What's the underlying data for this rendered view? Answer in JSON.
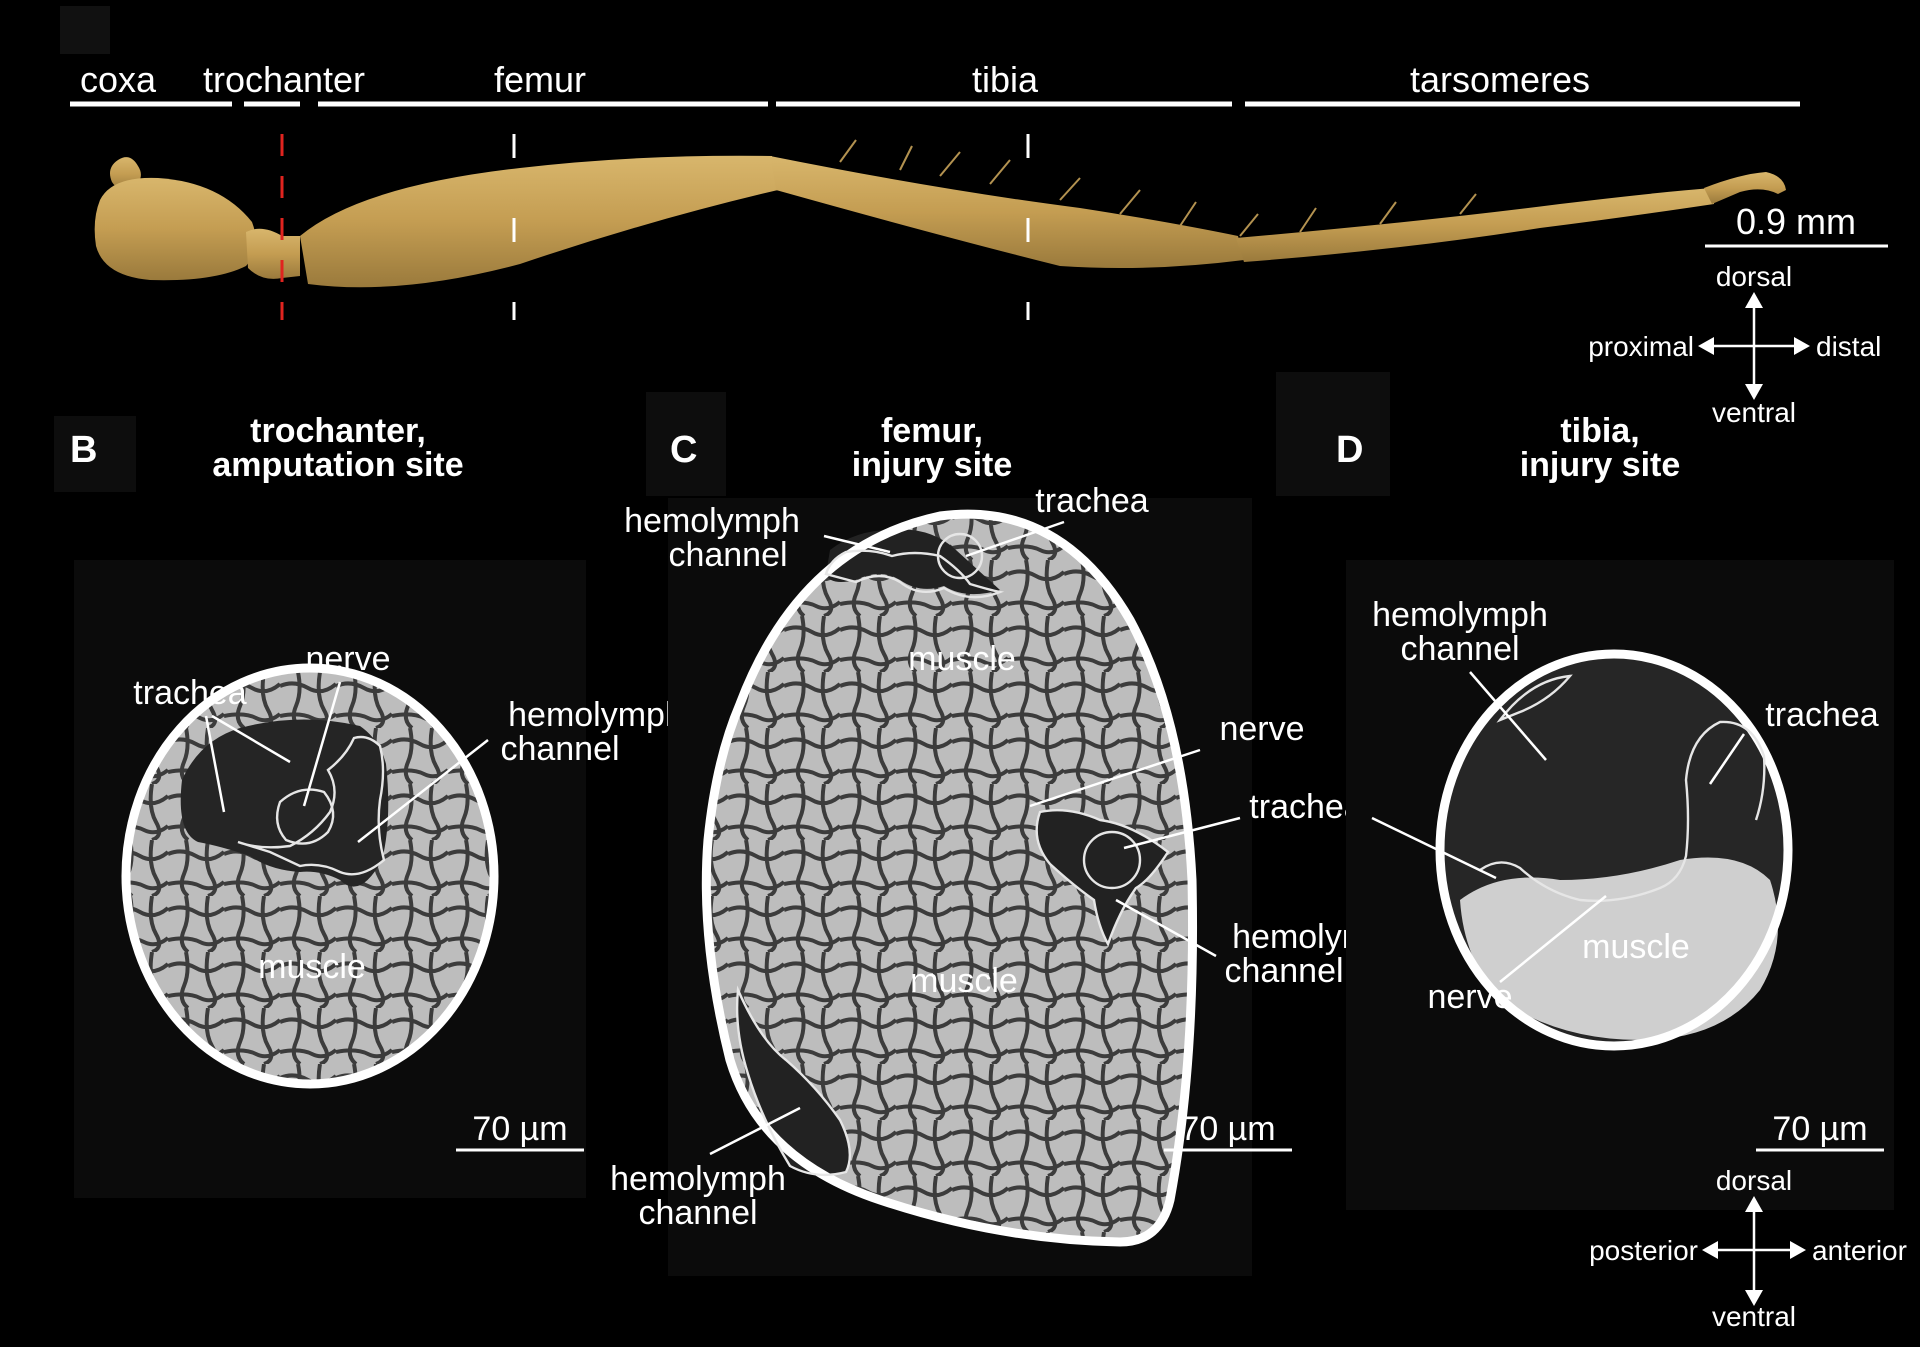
{
  "panel_a": {
    "segments": [
      "coxa",
      "trochanter",
      "femur",
      "tibia",
      "tarsomeres"
    ],
    "scale_bar": "0.9 mm",
    "orientation": {
      "up": "dorsal",
      "down": "ventral",
      "left": "proximal",
      "right": "distal"
    }
  },
  "panel_b": {
    "letter": "B",
    "title_line1": "trochanter,",
    "title_line2": "amputation site",
    "labels": {
      "trachea": "trachea",
      "nerve": "nerve",
      "hemo1": "hemolymph",
      "hemo2": "channel",
      "muscle": "muscle"
    },
    "scale_bar": "70 µm"
  },
  "panel_c": {
    "letter": "C",
    "title_line1": "femur,",
    "title_line2": "injury site",
    "labels": {
      "hemo_top1": "hemolymph",
      "hemo_top2": "channel",
      "trachea_top": "trachea",
      "muscle_top": "muscle",
      "nerve": "nerve",
      "trachea_mid": "trachea",
      "hemo_mid1": "hemolymph",
      "hemo_mid2": "channel",
      "muscle_mid": "muscle",
      "hemo_bot1": "hemolymph",
      "hemo_bot2": "channel"
    },
    "scale_bar": "70 µm"
  },
  "panel_d": {
    "letter": "D",
    "title_line1": "tibia,",
    "title_line2": "injury site",
    "labels": {
      "hemo1": "hemolymph",
      "hemo2": "channel",
      "trachea": "trachea",
      "muscle": "muscle",
      "nerve": "nerve"
    },
    "scale_bar": "70 µm",
    "orientation": {
      "up": "dorsal",
      "down": "ventral",
      "left": "posterior",
      "right": "anterior"
    }
  },
  "colors": {
    "background": "#000000",
    "leg": "#c9a55c",
    "scan_gray": "#b7b7b7",
    "cut_marker_red": "#e0241f",
    "cut_marker_white": "#ffffff"
  }
}
